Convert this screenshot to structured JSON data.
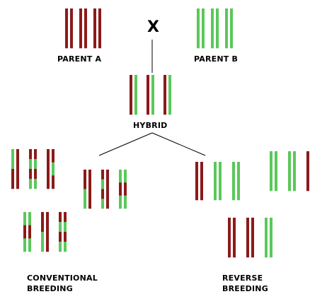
{
  "colors": {
    "parent_a": "#8b1a1a",
    "parent_b": "#5ac85a",
    "line": "#000000",
    "background": "#ffffff"
  },
  "labels": {
    "cross": "X",
    "parent_a": "PARENT A",
    "parent_b": "PARENT B",
    "hybrid": "HYBRID",
    "conventional_line1": "CONVENTIONAL",
    "conventional_line2": "BREEDING",
    "reverse_line1": "REVERSE",
    "reverse_line2": "BREEDING"
  },
  "groups": [
    {
      "id": "parent-a",
      "chromosomes": [
        {
          "pair": [
            [
              "R"
            ],
            [
              "R"
            ]
          ]
        },
        {
          "pair": [
            [
              "R"
            ],
            [
              "R"
            ]
          ]
        },
        {
          "pair": [
            [
              "R"
            ],
            [
              "R"
            ]
          ]
        }
      ]
    },
    {
      "id": "parent-b",
      "chromosomes": [
        {
          "pair": [
            [
              "G"
            ],
            [
              "G"
            ]
          ]
        },
        {
          "pair": [
            [
              "G"
            ],
            [
              "G"
            ]
          ]
        },
        {
          "pair": [
            [
              "G"
            ],
            [
              "G"
            ]
          ]
        }
      ]
    },
    {
      "id": "hybrid",
      "chromosomes": [
        {
          "pair": [
            [
              "R"
            ],
            [
              "G"
            ]
          ]
        },
        {
          "pair": [
            [
              "R"
            ],
            [
              "G"
            ]
          ]
        },
        {
          "pair": [
            [
              "R"
            ],
            [
              "G"
            ]
          ]
        }
      ]
    },
    {
      "id": "conventional-offspring-1",
      "chromosomes": [
        {
          "pair": [
            [
              "G",
              "R"
            ],
            [
              "R"
            ]
          ]
        },
        {
          "pair": [
            [
              "R",
              "G",
              "R",
              "G"
            ],
            [
              "R",
              "G",
              "R",
              "G"
            ]
          ]
        },
        {
          "pair": [
            [
              "R"
            ],
            [
              "R",
              "G",
              "R"
            ]
          ]
        }
      ]
    },
    {
      "id": "conventional-offspring-2",
      "chromosomes": [
        {
          "pair": [
            [
              "R",
              "G"
            ],
            [
              "R"
            ]
          ]
        },
        {
          "pair": [
            [
              "R",
              "G",
              "R",
              "G"
            ],
            [
              "R"
            ]
          ]
        },
        {
          "pair": [
            [
              "G",
              "R",
              "G"
            ],
            [
              "G",
              "R",
              "G"
            ]
          ]
        }
      ]
    },
    {
      "id": "conventional-offspring-3",
      "chromosomes": [
        {
          "pair": [
            [
              "G",
              "R",
              "G"
            ],
            [
              "G",
              "R",
              "G"
            ]
          ]
        },
        {
          "pair": [
            [
              "R",
              "G"
            ],
            [
              "R"
            ]
          ]
        },
        {
          "pair": [
            [
              "R",
              "G",
              "R",
              "G"
            ],
            [
              "R",
              "G",
              "R",
              "G"
            ]
          ]
        }
      ]
    },
    {
      "id": "reverse-offspring-1",
      "chromosomes": [
        {
          "pair": [
            [
              "R"
            ],
            [
              "R"
            ]
          ]
        },
        {
          "pair": [
            [
              "G"
            ],
            [
              "G"
            ]
          ]
        },
        {
          "pair": [
            [
              "G"
            ],
            [
              "G"
            ]
          ]
        }
      ]
    },
    {
      "id": "reverse-offspring-2",
      "chromosomes": [
        {
          "pair": [
            [
              "G"
            ],
            [
              "G"
            ]
          ]
        },
        {
          "pair": [
            [
              "G"
            ],
            [
              "G"
            ]
          ]
        },
        {
          "pair": [
            [
              "R"
            ],
            [
              "R"
            ]
          ]
        }
      ]
    },
    {
      "id": "reverse-offspring-3",
      "chromosomes": [
        {
          "pair": [
            [
              "R"
            ],
            [
              "R"
            ]
          ]
        },
        {
          "pair": [
            [
              "R"
            ],
            [
              "R"
            ]
          ]
        },
        {
          "pair": [
            [
              "G"
            ],
            [
              "G"
            ]
          ]
        }
      ]
    }
  ]
}
